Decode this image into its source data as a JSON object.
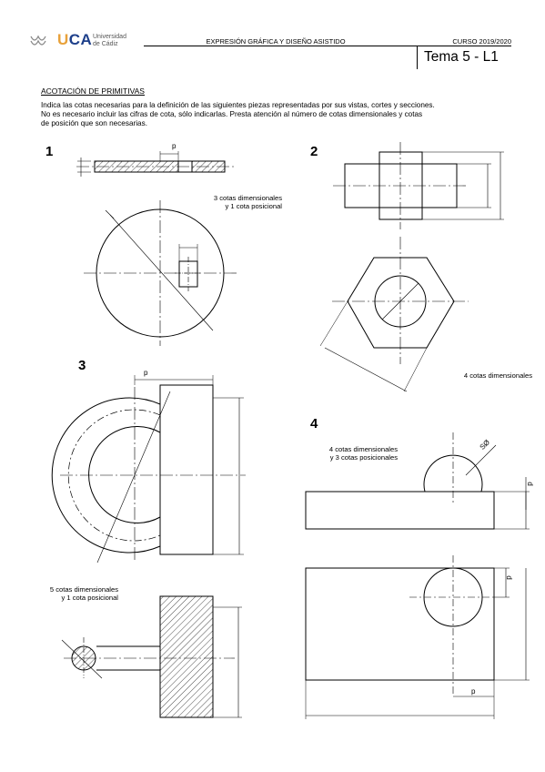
{
  "header": {
    "logo_text_u": "U",
    "logo_text_ca": "CA",
    "university_line1": "Universidad",
    "university_line2": "de Cádiz",
    "subject": "EXPRESIÓN GRÁFICA Y DISEÑO ASISTIDO",
    "course": "CURSO 2019/2020",
    "tema": "Tema 5 - L1"
  },
  "content": {
    "section_title": "ACOTACIÓN DE PRIMITIVAS",
    "instructions_line1": "Indica las cotas necesarias para la definición de las siguientes piezas representadas por sus vistas, cortes y secciones.",
    "instructions_line2": "No es necesario incluir las cifras de cota, sólo indicarlas. Presta atención al número de cotas dimensionales y cotas",
    "instructions_line3": "de posición que son necesarias."
  },
  "exercises": [
    {
      "number": "1",
      "note_line1": "3 cotas dimensionales",
      "note_line2": "y 1 cota posicional",
      "dim_label": "p"
    },
    {
      "number": "2",
      "note_line1": "4 cotas dimensionales"
    },
    {
      "number": "3",
      "note_line1": "5 cotas dimensionales",
      "note_line2": "y 1 cota posicional",
      "dim_label": "p"
    },
    {
      "number": "4",
      "note_line1": "4 cotas dimensionales",
      "note_line2": "y 3 cotas posicionales",
      "diam_label": "SØ",
      "dim_label_p1": "p",
      "dim_label_p2": "p",
      "dim_label_p3": "p"
    }
  ]
}
